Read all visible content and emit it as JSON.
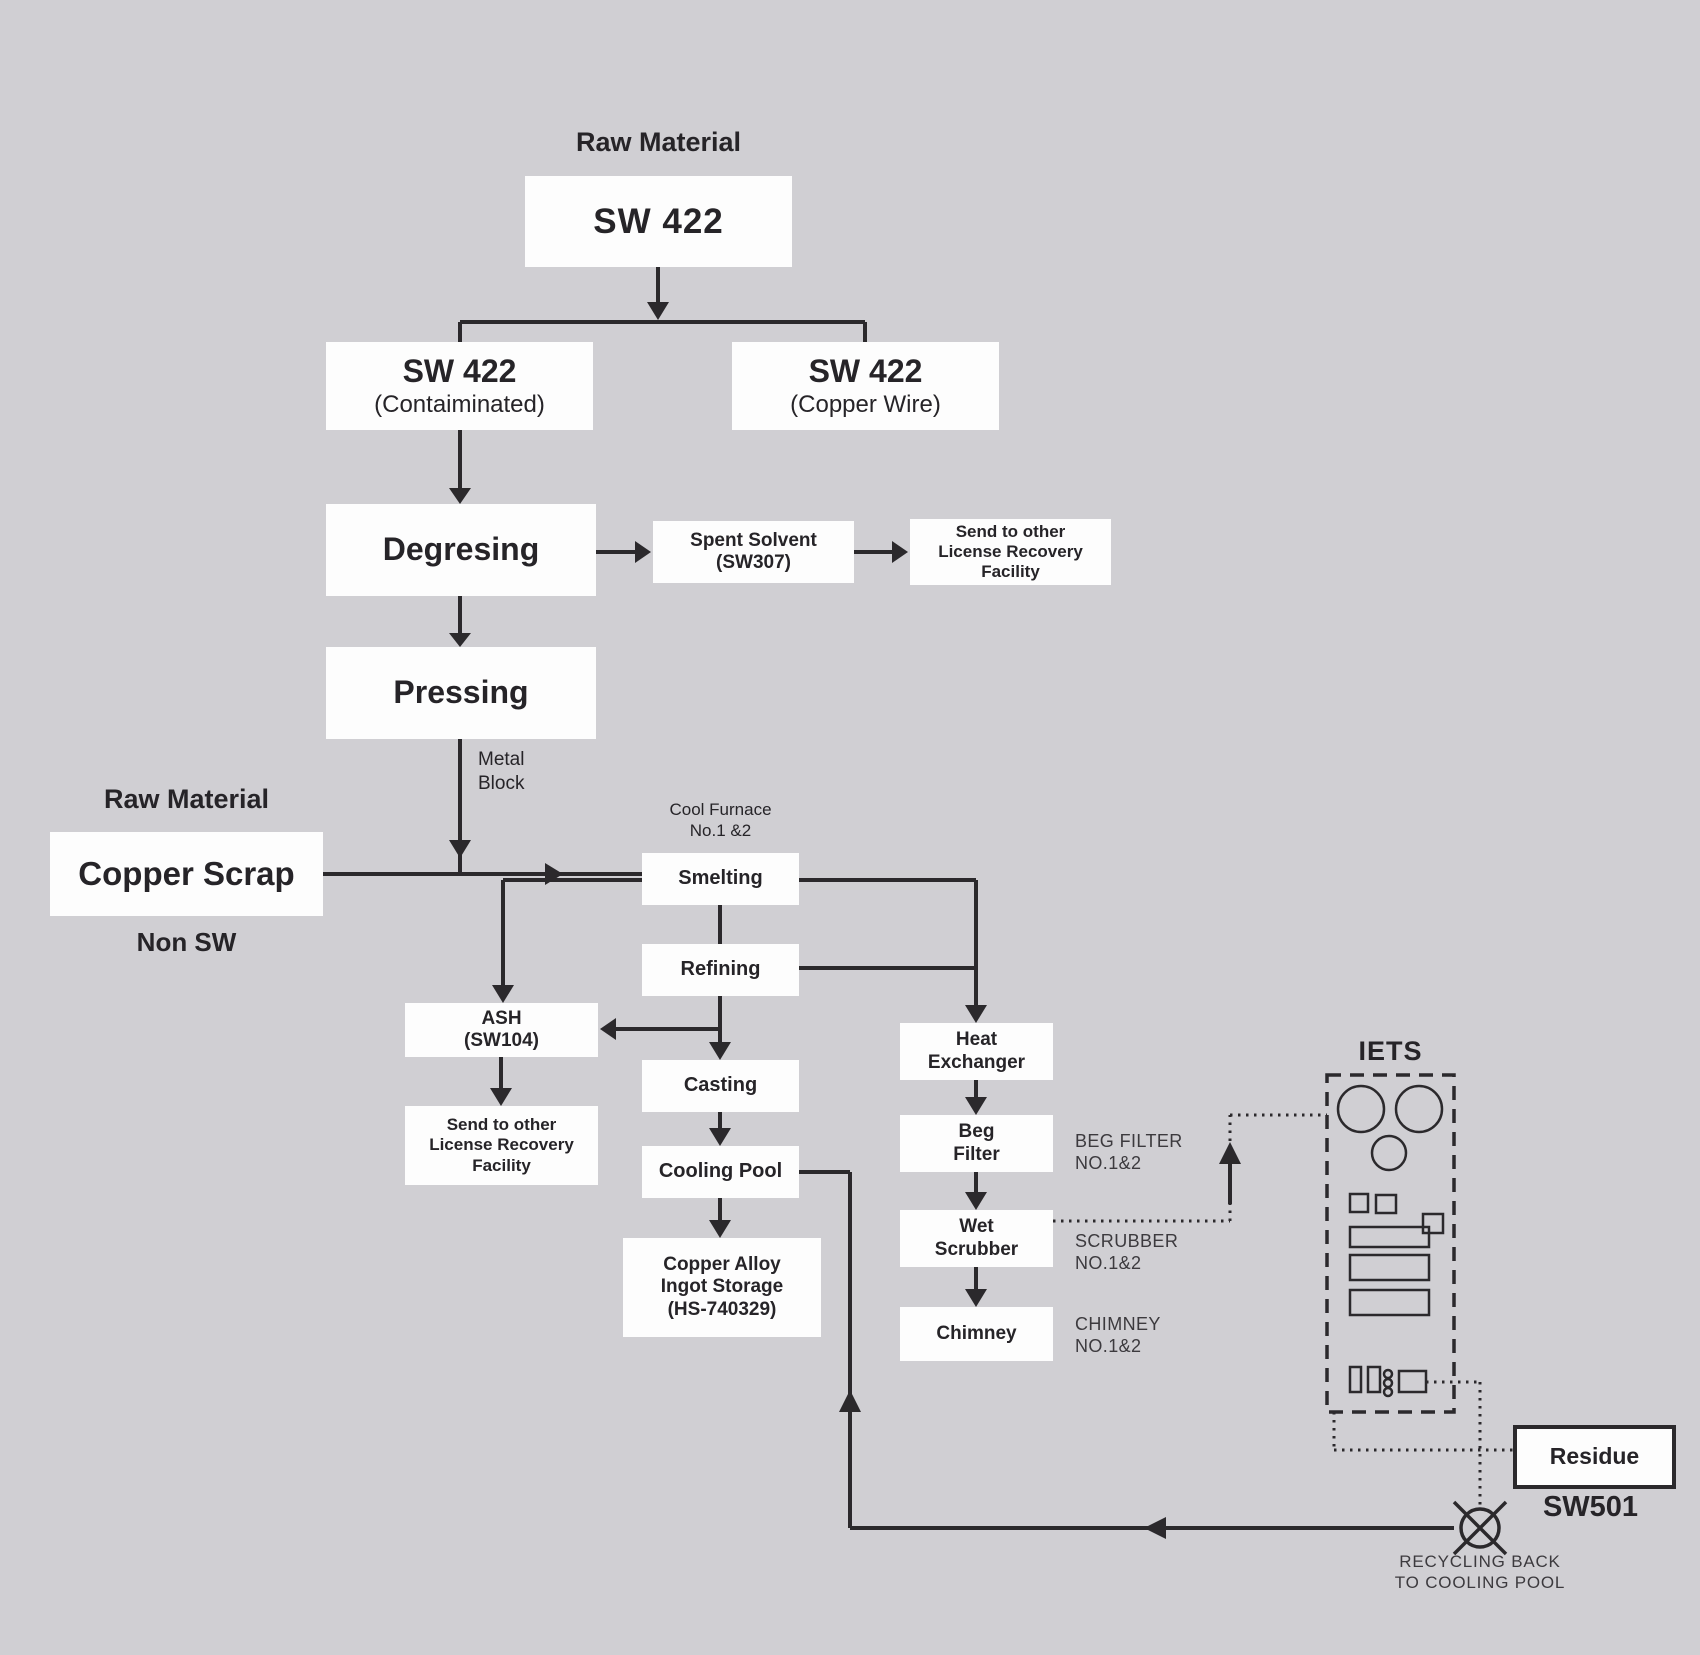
{
  "colors": {
    "background": "#d0cfd3",
    "box_fill": "#fdfdfd",
    "line": "#2b292c",
    "text": "#262428",
    "note_text": "#3c3a3e"
  },
  "labels": {
    "raw_material_top": "Raw Material",
    "raw_material_left": "Raw Material",
    "non_sw": "Non SW",
    "metal_block": "Metal\nBlock",
    "cool_furnace": "Cool Furnace\nNo.1 &2",
    "beg_filter_note": "BEG FILTER\nNO.1&2",
    "scrubber_note": "SCRUBBER\nNO.1&2",
    "chimney_note": "CHIMNEY\nNO.1&2",
    "iets": "IETS",
    "sw501": "SW501",
    "recycling": "RECYCLING BACK\nTO COOLING POOL"
  },
  "nodes": {
    "sw422": "SW 422",
    "sw422_contaminated": {
      "title": "SW 422",
      "subtitle": "(Contaiminated)"
    },
    "sw422_copper_wire": {
      "title": "SW 422",
      "subtitle": "(Copper Wire)"
    },
    "degresing": "Degresing",
    "spent_solvent": "Spent Solvent\n(SW307)",
    "send_recovery_top": "Send to other\nLicense Recovery\nFacility",
    "pressing": "Pressing",
    "copper_scrap": "Copper Scrap",
    "smelting": "Smelting",
    "refining": "Refining",
    "ash": "ASH\n(SW104)",
    "send_recovery_left": "Send to other\nLicense Recovery\nFacility",
    "casting": "Casting",
    "cooling_pool": "Cooling Pool",
    "copper_alloy_storage": "Copper Alloy\nIngot Storage\n(HS-740329)",
    "heat_exchanger": "Heat\nExchanger",
    "beg_filter": "Beg\nFilter",
    "wet_scrubber": "Wet\nScrubber",
    "chimney": "Chimney",
    "residue": "Residue"
  }
}
